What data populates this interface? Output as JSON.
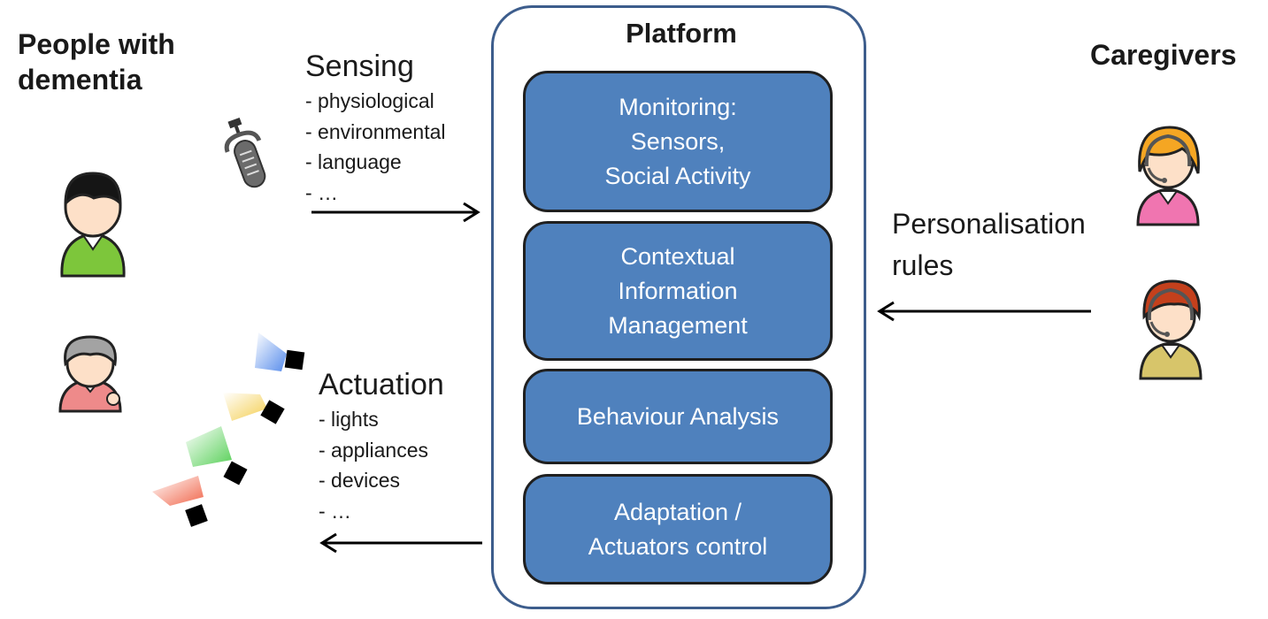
{
  "people": {
    "title_line1": "People with",
    "title_line2": "dementia"
  },
  "sensing": {
    "title": "Sensing",
    "items": [
      "- physiological",
      "- environmental",
      "- language",
      "- …"
    ]
  },
  "actuation": {
    "title": "Actuation",
    "items": [
      "- lights",
      "- appliances",
      "- devices",
      "- …"
    ]
  },
  "platform": {
    "title": "Platform",
    "boxes": [
      {
        "lines": [
          "Monitoring:",
          "Sensors,",
          "Social Activity"
        ]
      },
      {
        "lines": [
          "Contextual",
          "Information",
          "Management"
        ]
      },
      {
        "lines": [
          "Behaviour Analysis"
        ]
      },
      {
        "lines": [
          "Adaptation /",
          "Actuators control"
        ]
      }
    ]
  },
  "caregivers": {
    "title": "Caregivers",
    "rules_line1": "Personalisation",
    "rules_line2": "rules"
  },
  "icons": {
    "person1": "person-green-shirt-icon",
    "person2": "elderly-woman-icon",
    "caregiver1": "caregiver-headset-pink-icon",
    "caregiver2": "caregiver-headset-yellow-icon",
    "microphone": "microphone-icon",
    "lights": "spotlights-icon"
  },
  "colors": {
    "box_fill": "#4f81bd",
    "platform_border": "#3d5d8c"
  }
}
